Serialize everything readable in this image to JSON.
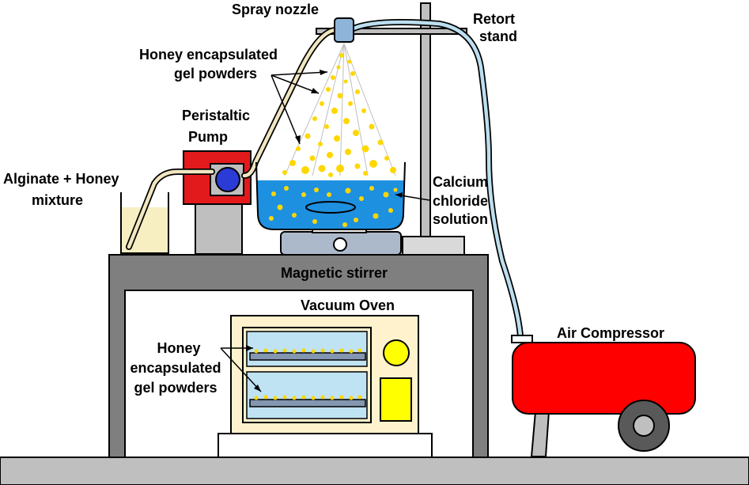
{
  "labels": {
    "spray_nozzle": "Spray nozzle",
    "retort_stand_1": "Retort",
    "retort_stand_2": "stand",
    "honey_gel_top_1": "Honey encapsulated",
    "honey_gel_top_2": "gel powders",
    "peristaltic_1": "Peristaltic",
    "peristaltic_2": "Pump",
    "alginate_1": "Alginate + Honey",
    "alginate_2": "mixture",
    "calcium_1": "Calcium",
    "calcium_2": "chloride",
    "calcium_3": "solution",
    "magnetic_stirrer": "Magnetic stirrer",
    "vacuum_oven": "Vacuum Oven",
    "honey_gel_oven_1": "Honey",
    "honey_gel_oven_2": "encapsulated",
    "honey_gel_oven_3": "gel powders",
    "air_compressor": "Air Compressor"
  },
  "colors": {
    "table": "#7f7f7f",
    "floor": "#bfbfbf",
    "pump_red": "#e31a1c",
    "pump_rotor": "#2b3bd6",
    "liquid_blue": "#1e90e0",
    "droplet_yellow": "#ffd700",
    "alginate_cream": "#f7efc2",
    "oven_body": "#fff2cc",
    "oven_window": "#bfe3f2",
    "compressor_red": "#ff0000",
    "tube_blue": "#bcdff0",
    "tube_beige": "#f1e6c0"
  }
}
